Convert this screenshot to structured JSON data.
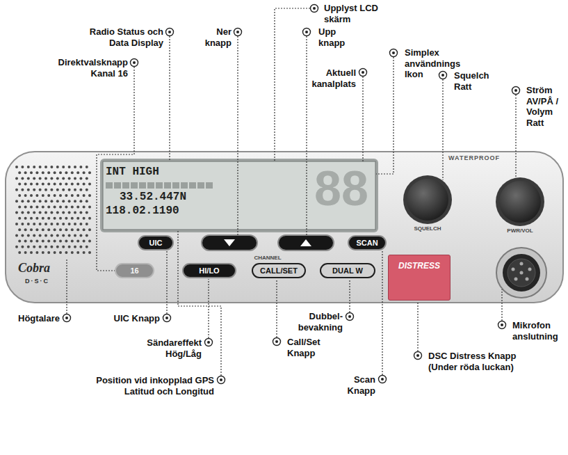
{
  "diagram": {
    "nodes": [
      {
        "text": [
          "INT HIGH",
          "33.52.447N",
          "118.02.1190",
          "88"
        ]
      },
      {
        "text": [
          "UIC"
        ]
      },
      {
        "text": [
          "SCAN"
        ]
      },
      {
        "text": [
          "16"
        ]
      },
      {
        "text": [
          "HI/LO"
        ]
      },
      {
        "text": [
          "CALL/SET"
        ]
      },
      {
        "text": [
          "DUAL W"
        ]
      },
      {
        "text": [
          "DISTRESS"
        ]
      }
    ],
    "labels": [
      "Upplyst LCD skärm",
      "Radio Status och Data Display",
      "Ner knapp",
      "Upp knapp",
      "Simplex användnings Ikon",
      "Aktuell kanalplats",
      "Squelch Ratt",
      "Direktvalsknapp Kanal 16",
      "Ström AV/PÅ / Volym Ratt",
      "Högtalare",
      "UIC Knapp",
      "Sändareffekt Hög/Låg",
      "Call/Set Knapp",
      "Dubbel- bevakning",
      "Mikrofon anslutning",
      "Scan Knapp",
      "DSC Distress Knapp (Under röda luckan)",
      "Position vid inkopplad GPS Latitud och Longitud",
      "WATERPROOF",
      "CHANNEL",
      "SQUELCH",
      "PWR/VOL",
      "Cobra",
      "D·S·C"
    ]
  }
}
